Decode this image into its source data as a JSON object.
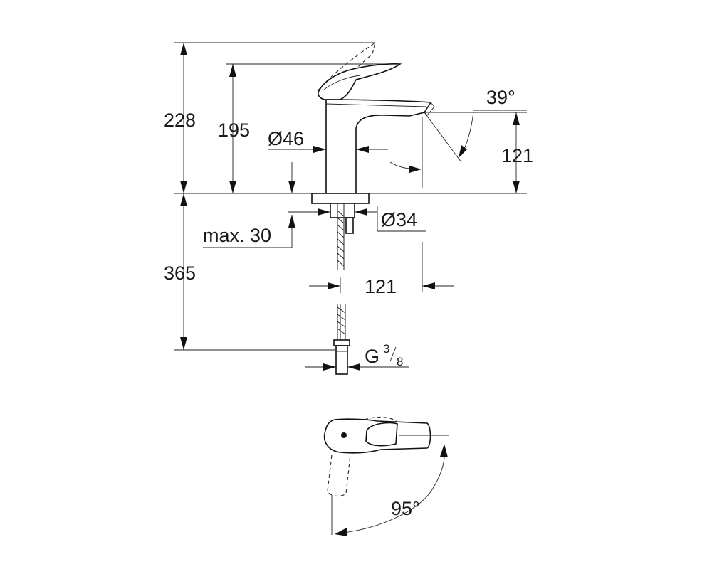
{
  "dimensions": {
    "total_height": "228",
    "spout_height": "195",
    "body_diameter": "Ø46",
    "spout_angle": "39°",
    "spout_clearance": "121",
    "hole_diameter": "Ø34",
    "max_thickness": "max. 30",
    "hose_length": "365",
    "spout_reach": "121",
    "connection_thread": "G",
    "thread_numerator": "3",
    "thread_denominator": "8",
    "lever_rotation": "95°"
  }
}
